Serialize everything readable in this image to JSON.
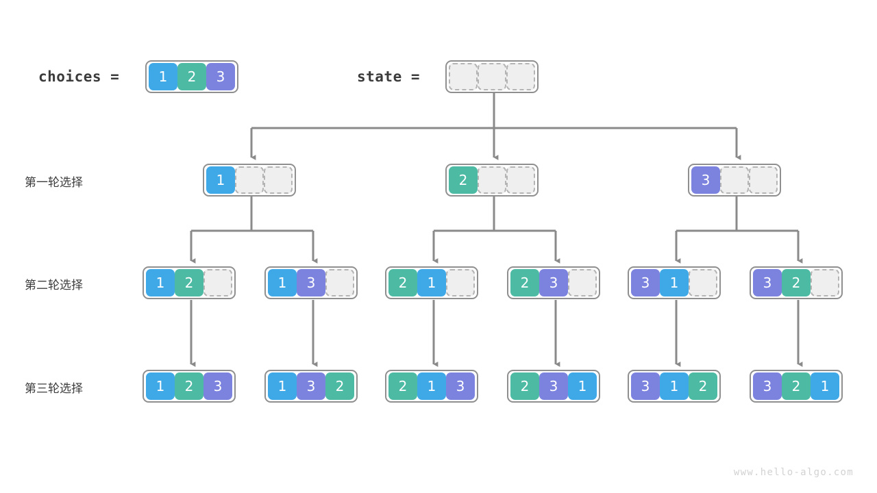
{
  "header": {
    "choices_label": "choices =",
    "state_label": "state ="
  },
  "rows": [
    {
      "id": "round-1",
      "label": "第一轮选择"
    },
    {
      "id": "round-2",
      "label": "第二轮选择"
    },
    {
      "id": "round-3",
      "label": "第三轮选择"
    }
  ],
  "colors": {
    "value_1": "#3fa9e8",
    "value_2": "#4dbaa4",
    "value_3": "#7b83de",
    "empty_fill": "#efefef",
    "empty_border": "#b4b4b4",
    "node_border": "#8f8f8f",
    "wire": "#8a8a8a",
    "text": "#3b3b3b"
  },
  "choices_node": {
    "name": "choices-array",
    "cells": [
      "1",
      "2",
      "3"
    ]
  },
  "state_node": {
    "name": "state-array",
    "cells": [
      "",
      "",
      ""
    ]
  },
  "tree": {
    "level1": [
      {
        "name": "node-1",
        "cells": [
          "1",
          "",
          ""
        ]
      },
      {
        "name": "node-2",
        "cells": [
          "2",
          "",
          ""
        ]
      },
      {
        "name": "node-3",
        "cells": [
          "3",
          "",
          ""
        ]
      }
    ],
    "level2": [
      {
        "name": "node-12",
        "cells": [
          "1",
          "2",
          ""
        ]
      },
      {
        "name": "node-13",
        "cells": [
          "1",
          "3",
          ""
        ]
      },
      {
        "name": "node-21",
        "cells": [
          "2",
          "1",
          ""
        ]
      },
      {
        "name": "node-23",
        "cells": [
          "2",
          "3",
          ""
        ]
      },
      {
        "name": "node-31",
        "cells": [
          "3",
          "1",
          ""
        ]
      },
      {
        "name": "node-32",
        "cells": [
          "3",
          "2",
          ""
        ]
      }
    ],
    "level3": [
      {
        "name": "node-123",
        "cells": [
          "1",
          "2",
          "3"
        ]
      },
      {
        "name": "node-132",
        "cells": [
          "1",
          "3",
          "2"
        ]
      },
      {
        "name": "node-213",
        "cells": [
          "2",
          "1",
          "3"
        ]
      },
      {
        "name": "node-231",
        "cells": [
          "2",
          "3",
          "1"
        ]
      },
      {
        "name": "node-312",
        "cells": [
          "3",
          "1",
          "2"
        ]
      },
      {
        "name": "node-321",
        "cells": [
          "3",
          "2",
          "1"
        ]
      }
    ]
  },
  "watermark": "www.hello-algo.com"
}
